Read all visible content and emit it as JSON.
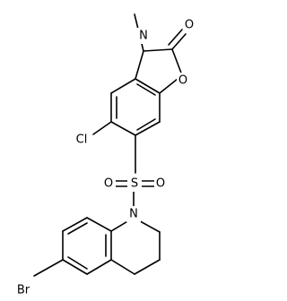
{
  "molecule": {
    "atoms": {
      "N_methyl": "N",
      "O_carbonyl": "O",
      "O_ring": "O",
      "Cl": "Cl",
      "S": "S",
      "O_sulfonyl_left": "O",
      "O_sulfonyl_right": "O",
      "N_quinoline": "N",
      "Br": "Br"
    }
  },
  "colors": {
    "bond": "#000000",
    "label": "#000000",
    "background": "#ffffff"
  }
}
